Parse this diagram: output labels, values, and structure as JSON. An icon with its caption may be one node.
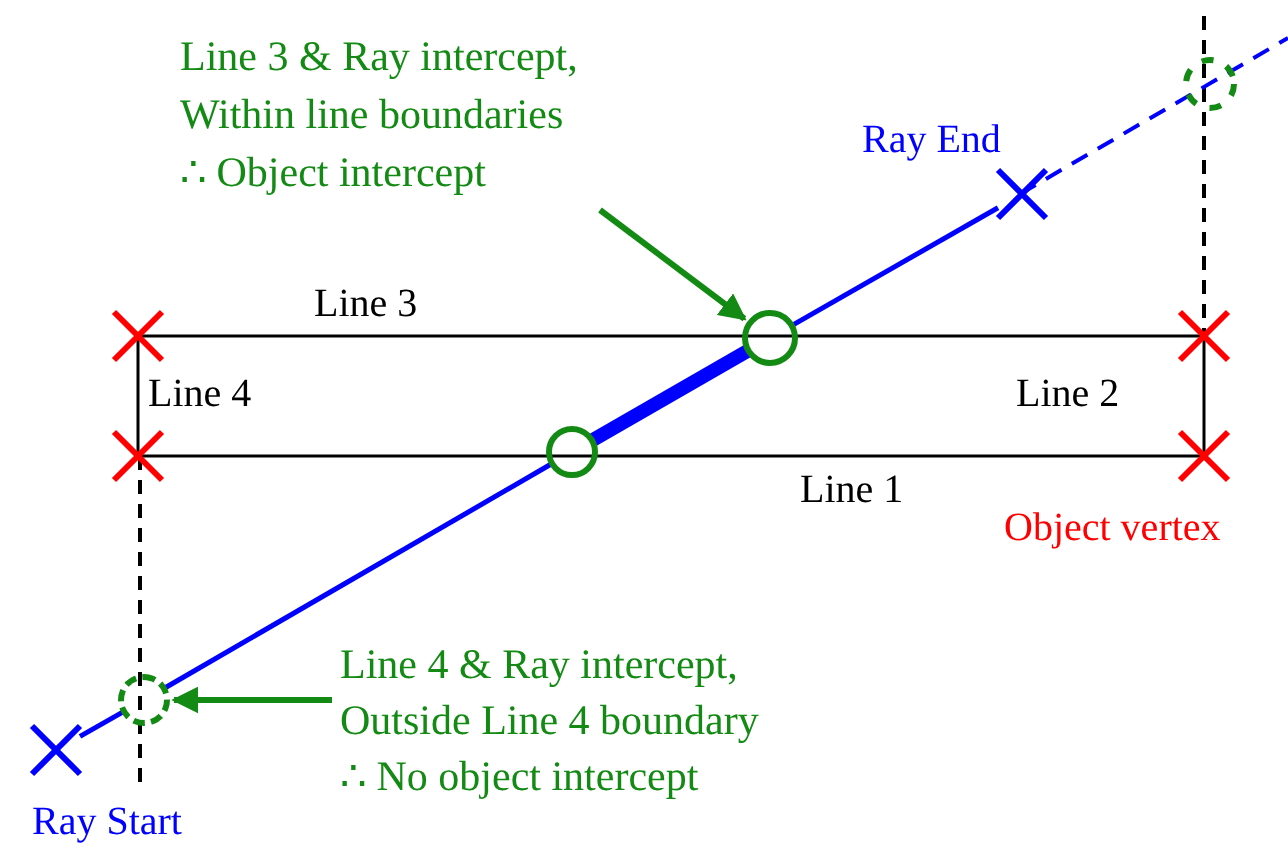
{
  "diagram": {
    "nodes": [
      {
        "text": [
          "Line 3 & Ray intercept, Within line boundaries",
          "∴ Object intercept"
        ]
      },
      {
        "text": [],
        "shape": "circle"
      },
      {
        "text": [
          "Line 4 & Ray intercept, Outside Line 4 boundary",
          "∴ No object intercept"
        ]
      },
      {
        "text": [],
        "shape": "circle"
      },
      {
        "text": [],
        "shape": "cross",
        "beside": [
          "Ray Start"
        ]
      },
      {
        "text": [],
        "shape": "cross",
        "beside": [
          "Ray End"
        ]
      },
      {
        "text": [],
        "shape": "circle"
      }
    ],
    "edges": [
      {
        "from": 0,
        "to": 1,
        "arrow": "to",
        "color": "#138a13"
      },
      {
        "from": 2,
        "to": 3,
        "arrow": "to",
        "color": "#138a13"
      },
      {
        "from": 4,
        "to": 3,
        "arrow": "none"
      },
      {
        "from": 3,
        "to": 6,
        "arrow": "none"
      },
      {
        "from": 6,
        "to": 1,
        "arrow": "none",
        "style": "thick"
      },
      {
        "from": 1,
        "to": 5,
        "arrow": "none"
      }
    ],
    "labels": [
      "Line 3",
      "Line 4",
      "Line 2",
      "Line 1",
      "Object vertex"
    ]
  }
}
